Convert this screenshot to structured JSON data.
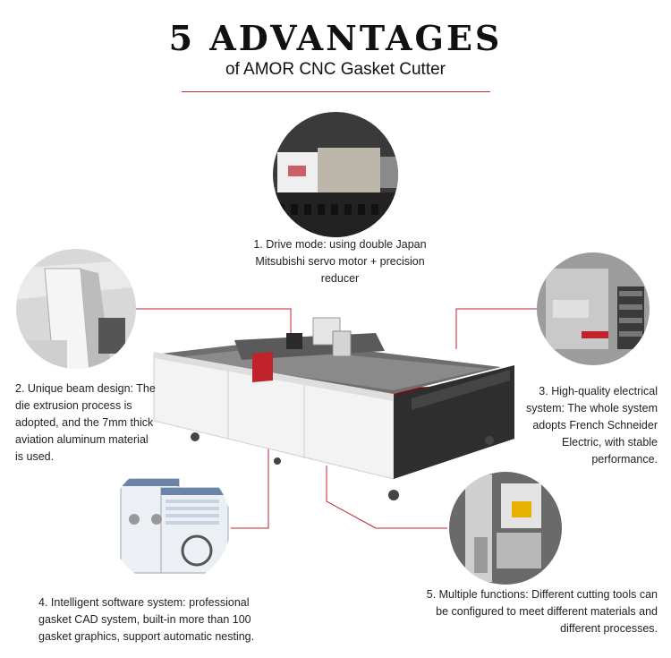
{
  "header": {
    "title": "5 ADVANTAGES",
    "subtitle": "of AMOR CNC Gasket Cutter"
  },
  "advantages": [
    {
      "text": "1. Drive mode: using double Japan Mitsubishi servo motor + precision reducer"
    },
    {
      "text": "2. Unique beam design: The die extrusion process is adopted, and the 7mm thick aviation aluminum material is used."
    },
    {
      "text": "3. High-quality electrical system: The whole system adopts French Schneider Electric, with stable performance."
    },
    {
      "text": "4. Intelligent software system: professional gasket CAD system, built-in more than 100 gasket graphics, support automatic nesting."
    },
    {
      "text": "5. Multiple functions: Different cutting tools can be configured to meet different materials and different processes."
    }
  ],
  "colors": {
    "accent": "#c0232b",
    "machine_body": "#f2f2f2",
    "table_top": "#6d6d6d"
  }
}
